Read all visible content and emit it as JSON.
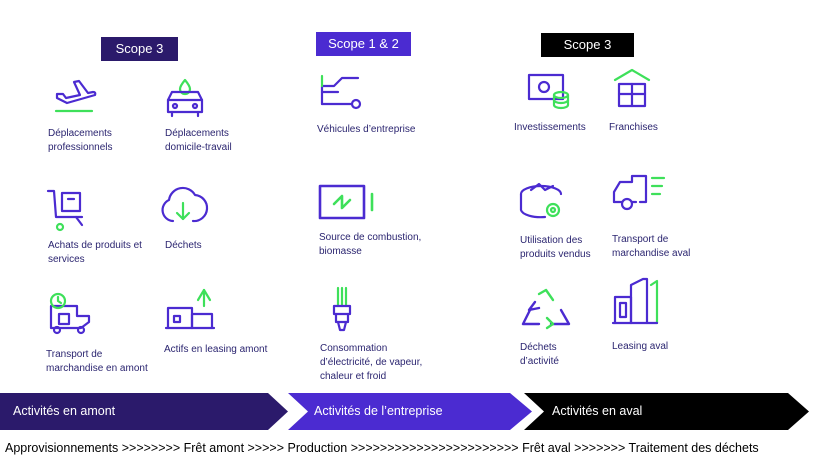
{
  "colors": {
    "dark_purple": "#2b1a6b",
    "purple": "#4b2bd1",
    "black": "#000000",
    "green": "#3ee05a",
    "text": "#2b2570"
  },
  "scopes": {
    "upstream": "Scope 3",
    "company": "Scope 1 & 2",
    "downstream": "Scope 3"
  },
  "upstream_items": [
    {
      "icon": "airplane-icon",
      "label": "Déplacements\nprofessionnels"
    },
    {
      "icon": "car-icon",
      "label": "Déplacements\ndomicile-travail"
    },
    {
      "icon": "cart-icon",
      "label": "Achats de produits et\nservices"
    },
    {
      "icon": "waste-cloud-icon",
      "label": "Déchets"
    },
    {
      "icon": "delivery-truck-clock-icon",
      "label": "Transport de\nmarchandise en amont"
    },
    {
      "icon": "leased-building-icon",
      "label": "Actifs en leasing amont"
    }
  ],
  "company_items": [
    {
      "icon": "vehicle-icon",
      "label": "Véhicules d’entreprise"
    },
    {
      "icon": "battery-icon",
      "label": "Source de combustion,\nbiomasse"
    },
    {
      "icon": "light-bulb-icon",
      "label": "Consommation\nd’électricité, de vapeur,\nchaleur et froid"
    }
  ],
  "downstream_items": [
    {
      "icon": "investment-icon",
      "label": "Investissements"
    },
    {
      "icon": "franchise-icon",
      "label": "Franchises"
    },
    {
      "icon": "product-use-icon",
      "label": "Utilisation des\nproduits vendus"
    },
    {
      "icon": "fast-truck-icon",
      "label": "Transport de\nmarchandise aval"
    },
    {
      "icon": "recycle-icon",
      "label": "Déchets\nd’activité"
    },
    {
      "icon": "leasing-building-icon",
      "label": "Leasing aval"
    }
  ],
  "activities": {
    "upstream": "Activités en amont",
    "company": "Activités de l’entreprise",
    "downstream": "Activités en aval"
  },
  "value_chain": "Approvisionnements >>>>>>>> Frêt amont >>>>> Production >>>>>>>>>>>>>>>>>>>>>>> Frêt aval >>>>>>> Traitement des déchets"
}
